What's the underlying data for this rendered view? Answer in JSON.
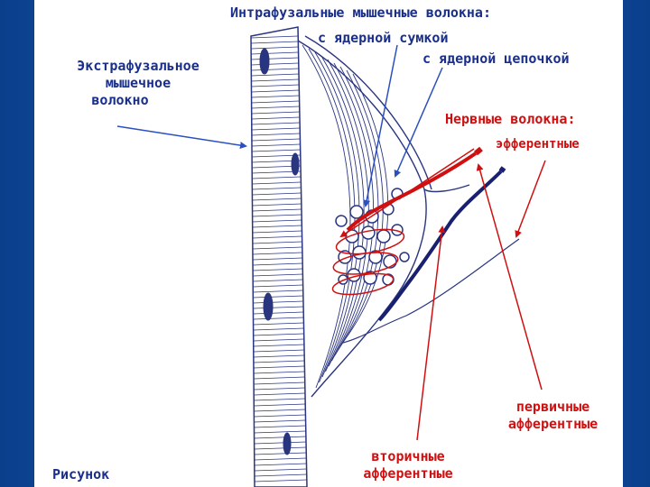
{
  "labels": {
    "intrafusal_title": "Интрафузальные мышечные волокна:",
    "nuclear_bag": "с ядерной сумкой",
    "nuclear_chain": "с ядерной цепочкой",
    "extrafusal_line1": "Экстрафузальное",
    "extrafusal_line2": "мышечное",
    "extrafusal_line3": "волокно",
    "nerve_fibers": "Нервные волокна:",
    "efferent": "эфферентные",
    "primary_line1": "первичные",
    "primary_line2": "афферентные",
    "secondary_line1": "вторичные",
    "secondary_line2": "афферентные",
    "figure_caption": "Рисунок"
  },
  "colors": {
    "frame_blue": "#1a5bb0",
    "label_blue": "#1a2f8a",
    "label_red": "#d01010",
    "drawing_ink": "#2a3580"
  }
}
